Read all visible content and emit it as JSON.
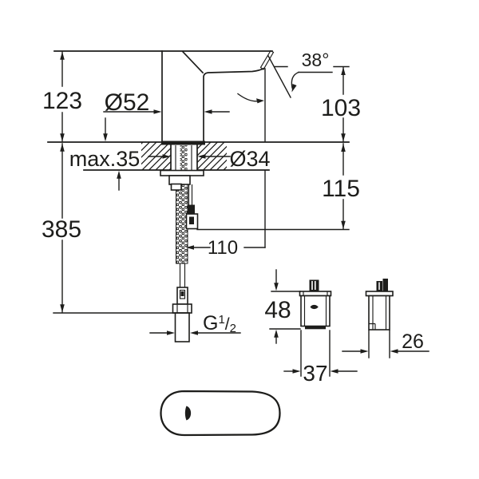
{
  "drawing": {
    "background": "#ffffff",
    "line_color": "#1d1d1b",
    "labels": {
      "overall_height": "123",
      "body_diameter": "Ø52",
      "spout_angle": "38°",
      "spout_height": "103",
      "max_deck_thickness": "max.35",
      "hole_diameter": "Ø34",
      "under_deck_height": "115",
      "hose_length": "385",
      "spout_reach": "110",
      "thread": {
        "prefix": "G",
        "numerator": "1",
        "slash": "/",
        "denominator": "2"
      },
      "control_box_height": "48",
      "control_box_width": "37",
      "control_box_depth": "26"
    }
  }
}
